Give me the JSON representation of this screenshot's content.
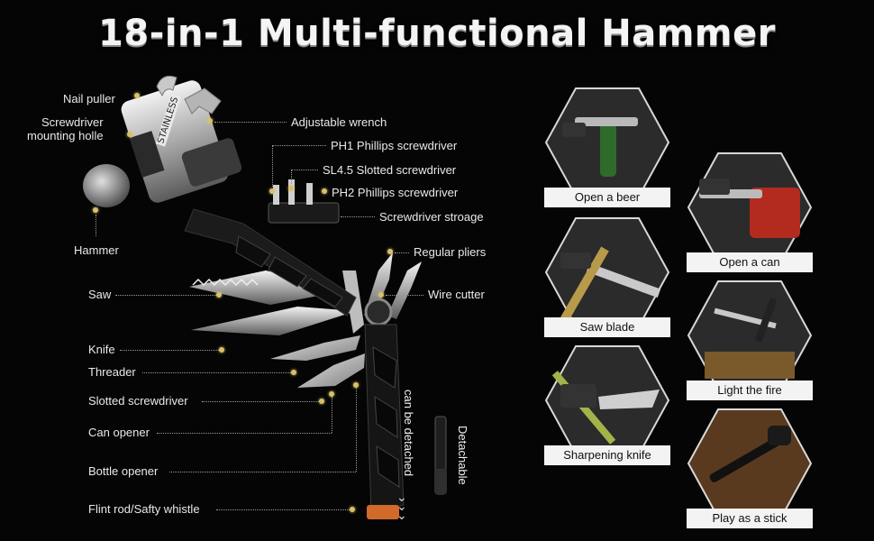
{
  "title": "18-in-1 Multi-functional Hammer",
  "callouts": {
    "nail_puller": "Nail puller",
    "screwdriver_mounting": "Screwdriver\nmounting holle",
    "hammer": "Hammer",
    "saw": "Saw",
    "knife": "Knife",
    "threader": "Threader",
    "slotted_screwdriver": "Slotted screwdriver",
    "can_opener": "Can opener",
    "bottle_opener": "Bottle opener",
    "flint_rod": "Flint rod/Safty whistle",
    "adjustable_wrench": "Adjustable wrench",
    "ph1": "PH1 Phillips screwdriver",
    "sl45": "SL4.5 Slotted screwdriver",
    "ph2": "PH2 Phillips screwdriver",
    "bit_storage": "Screwdriver stroage",
    "regular_pliers": "Regular pliers",
    "wire_cutter": "Wire cutter"
  },
  "vertical_notes": {
    "detached": "can be detached",
    "detachable": "Detachable"
  },
  "hammer_stamp": "STAINLESS",
  "hex_captions": {
    "beer": "Open a beer",
    "can": "Open a can",
    "saw_blade": "Saw blade",
    "fire": "Light the fire",
    "sharpen": "Sharpening knife",
    "stick": "Play as a stick"
  },
  "colors": {
    "accent_dot": "#d8c06a",
    "background": "#050505",
    "caption_bg": "#f3f3f3"
  }
}
